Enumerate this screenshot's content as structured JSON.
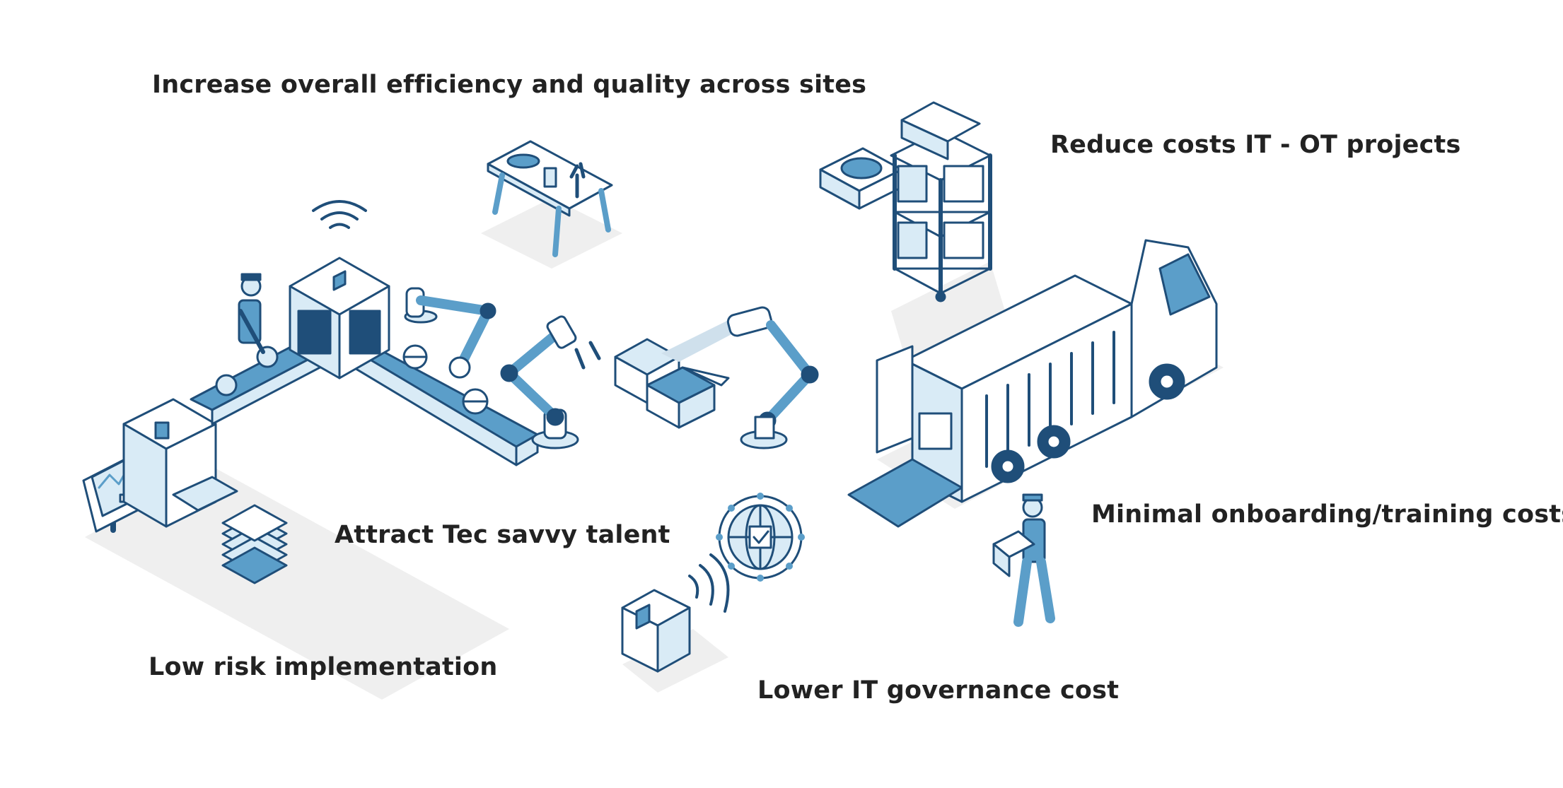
{
  "labels": {
    "efficiency": "Increase overall efficiency and quality across sites",
    "costs": "Reduce costs IT - OT projects",
    "talent": "Attract Tec savvy talent",
    "onboarding": "Minimal onboarding/training costs",
    "risk": "Low risk implementation",
    "governance": "Lower IT governance cost"
  },
  "colors": {
    "dark_blue": "#1f4e79",
    "mid_blue": "#5b9ec9",
    "light_blue": "#d9ebf6",
    "shadow": "#efefef",
    "text": "#222222"
  },
  "icons": [
    "control-panel-icon",
    "conveyor-belt-icon",
    "worker-icon",
    "wifi-icon",
    "robot-arm-icon",
    "inspection-camera-icon",
    "workbench-icon",
    "shelf-icon",
    "scale-icon",
    "truck-icon",
    "delivery-worker-icon",
    "globe-check-icon",
    "package-icon",
    "paper-stack-icon"
  ]
}
